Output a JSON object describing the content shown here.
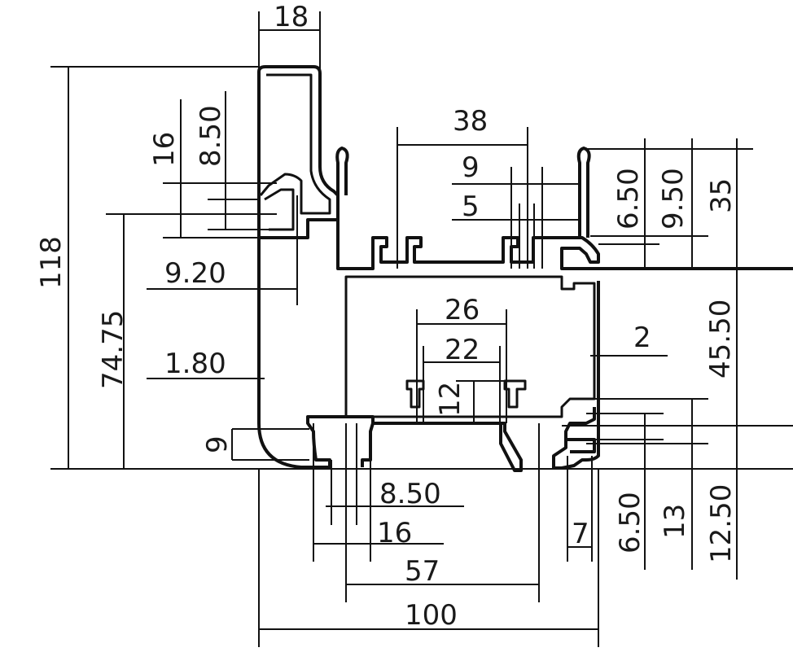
{
  "drawing": {
    "dimensions": {
      "top_width": "18",
      "overall_height": "118",
      "lip_height": "16",
      "lip_offset": "8.50",
      "left_depth": "74.75",
      "wall_offset": "9.20",
      "wall_thickness": "1.80",
      "bottom_lip": "9",
      "channel_width": "38",
      "slot_a": "9",
      "slot_b": "5",
      "right_lip": "6.50",
      "right_offset": "9.50",
      "right_height": "35",
      "chamber_outer": "26",
      "chamber_inner": "22",
      "chamber_depth": "12",
      "side_wall": "2",
      "lower_height": "45.50",
      "bottom_slot": "8.50",
      "bottom_slot_width": "16",
      "inner_width": "57",
      "overall_width": "100",
      "small_gap": "7",
      "foot_a": "6.50",
      "foot_b": "13",
      "foot_c": "12.50"
    }
  }
}
